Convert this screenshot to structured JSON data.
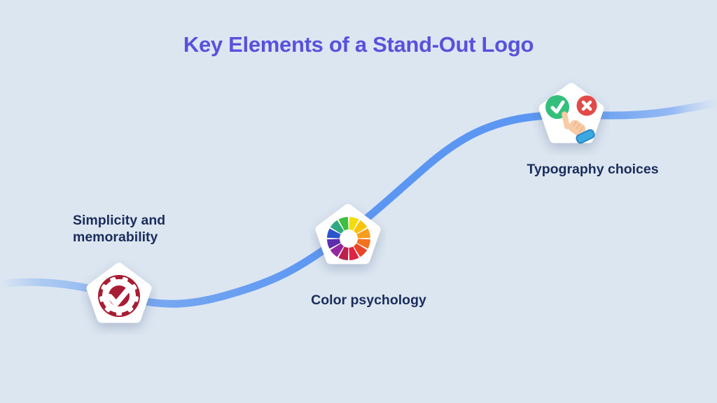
{
  "title": "Key Elements of a Stand-Out Logo",
  "theme": {
    "background": "#DCE6F1",
    "title_color": "#5951DC",
    "label_color": "#1B2D5B",
    "flow_line_color": "#5B97F2",
    "badge_color": "#FFFFFF"
  },
  "milestones": [
    {
      "label": "Simplicity and memorability",
      "icon": "gear-check-badge-icon",
      "colors": {
        "circle": "#A81D33",
        "gear": "#FFFFFF",
        "check": "#FFFFFF"
      }
    },
    {
      "label": "Color psychology",
      "icon": "color-wheel-icon",
      "wheel_colors": [
        "#F2DC0C",
        "#FCC30C",
        "#FB9C1C",
        "#F4711F",
        "#EA4528",
        "#DE2440",
        "#BD1E4C",
        "#93279E",
        "#5B2EAE",
        "#2C55CB",
        "#2FA97F",
        "#3FBE3F"
      ]
    },
    {
      "label": "Typography choices",
      "icon": "check-cross-hand-icon",
      "colors": {
        "check_circle": "#35BF7D",
        "cross_circle": "#E24A49",
        "marks": "#FFFFFF",
        "hand": "#F8CBA7",
        "hand_shade": "#F0B488",
        "cuff": "#3AA9E1",
        "cuff_border": "#2B86C6"
      }
    }
  ]
}
